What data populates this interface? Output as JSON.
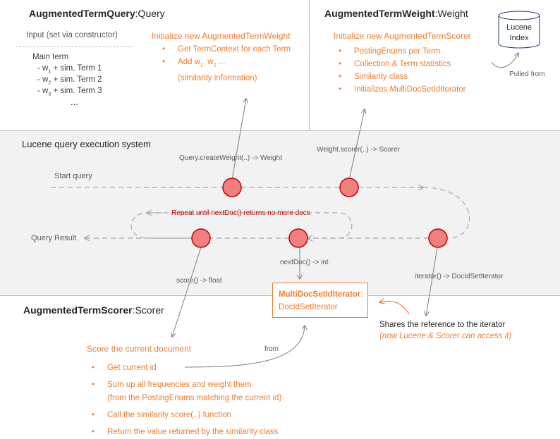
{
  "colors": {
    "accent": "#ed7d31",
    "node_fill": "#f08080",
    "node_stroke": "#c00000",
    "dashed": "#a6a6a6",
    "band": "#f2f2f2"
  },
  "query": {
    "title_bold": "AugmentedTermQuery",
    "title_rest": ":Query",
    "input_label": "Input (set via constructor)",
    "main_term": "Main term",
    "terms": [
      {
        "prefix": "- w",
        "sub": "1",
        "suffix": " + sim. Term 1"
      },
      {
        "prefix": "- w",
        "sub": "2",
        "suffix": " + sim. Term 2"
      },
      {
        "prefix": "- w",
        "sub": "3",
        "suffix": " + sim. Term 3"
      }
    ],
    "ellipsis": "...",
    "init_header": "Initialize new AugmentedTermWeight",
    "init_items": [
      "Get TermContext for each Term"
    ],
    "add_line1_prefix": "Add w",
    "add_line1_sub1": "1",
    "add_line1_mid": ", w",
    "add_line1_sub2": "2",
    "add_line1_suffix": " ...",
    "add_line2": "(similarity information)"
  },
  "weight": {
    "title_bold": "AugmentedTermWeight",
    "title_rest": ":Weight",
    "init_header": "Initialize new AugmentedTermScorer",
    "items": [
      "PostingEnums per Term",
      "Collection & Term statistics",
      "Similarity class",
      "Initializes MultiDocSetIdIterator"
    ]
  },
  "index": {
    "line1": "Lucene",
    "line2": "Index",
    "pulled": "Pulled from"
  },
  "system": {
    "title": "Lucene query execution system",
    "start": "Start query",
    "result": "Query Result",
    "repeat": "Repeat until nextDoc() returns no more docs",
    "create_weight": "Query.createWeight(..) -> Weight",
    "weight_scorer": "Weight.scorer(..) -> Scorer",
    "score_call": "score() -> float",
    "next_doc": "nextDoc() -> int",
    "iterator_call": "iterator() -> DocIdSetIterator"
  },
  "scorer": {
    "title_bold": "AugmentedTermScorer",
    "title_rest": ":Scorer",
    "header": "Score the current document",
    "items": [
      "Get current id",
      "Sum up all frequencies and weight them",
      "Call the similarity score(..) function",
      "Return the value returned by the similarity class"
    ],
    "item2_line2": "(from the PostingEnums matching the current id)",
    "from": "from"
  },
  "iterator": {
    "name_bold": "MultiDocSetIdIterator",
    "name_rest": ":",
    "type": "DocIdSetIterator",
    "shares1": "Shares the reference to the iterator",
    "shares2": "(now Lucene & Scorer can access it)"
  }
}
